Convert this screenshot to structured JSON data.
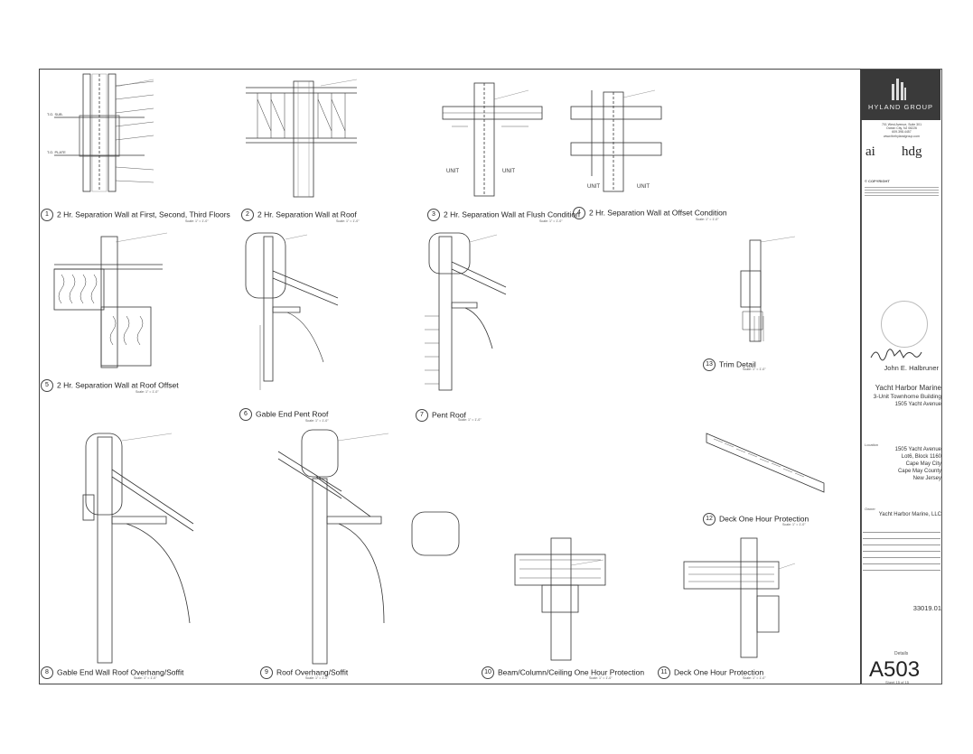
{
  "firm": {
    "name": "HYLAND GROUP",
    "address": "701 West Avenue, Suite 301\nOcean City, NJ 08226\n609.398.4457\nwww.thehylandgroup.com"
  },
  "consultants": {
    "left": "ai",
    "right": "hdg"
  },
  "copyright_title": "© COPYRIGHT",
  "signature_name": "John E. Halbruner",
  "project": {
    "client": "Yacht Harbor Marine",
    "type": "3-Unit Townhome Building",
    "street": "1505 Yacht Avenue"
  },
  "location": {
    "label": "Location",
    "street": "1505 Yacht Avenue",
    "lot": "Lot6, Block 1160",
    "city": "Cape May City",
    "county": "Cape May County",
    "state": "New Jersey"
  },
  "owner": {
    "label": "Owner",
    "name": "Yacht Harbor Marine, LLC"
  },
  "project_number": "33019.01",
  "sheet": {
    "title": "Details",
    "number": "A503",
    "sheet_of": "Sheet 15 of 15"
  },
  "details": [
    {
      "num": "1",
      "title": "2 Hr. Separation Wall at First, Second, Third Floors",
      "scale": "Scale: 1\" = 1'-0\""
    },
    {
      "num": "2",
      "title": "2 Hr. Separation Wall at Roof",
      "scale": "Scale: 1\" = 1'-0\""
    },
    {
      "num": "3",
      "title": "2 Hr. Separation Wall at Flush Condition",
      "scale": "Scale: 1\" = 1'-0\""
    },
    {
      "num": "4",
      "title": "2 Hr. Separation Wall at Offset Condition",
      "scale": "Scale: 1\" = 1'-0\""
    },
    {
      "num": "5",
      "title": "2 Hr. Separation Wall at Roof Offset",
      "scale": "Scale: 1\" = 1'-0\""
    },
    {
      "num": "6",
      "title": "Gable End Pent Roof",
      "scale": "Scale: 1\" = 1'-0\""
    },
    {
      "num": "7",
      "title": "Pent Roof",
      "scale": "Scale: 1\" = 1'-0\""
    },
    {
      "num": "8",
      "title": "Gable End Wall Roof Overhang/Soffit",
      "scale": "Scale: 1\" = 1'-0\""
    },
    {
      "num": "9",
      "title": "Roof Overhang/Soffit",
      "scale": "Scale: 1\" = 1'-0\""
    },
    {
      "num": "10",
      "title": "Beam/Column/Ceiling One Hour Protection",
      "scale": "Scale: 1\" = 1'-0\""
    },
    {
      "num": "11",
      "title": "Deck One Hour Protection",
      "scale": "Scale: 1\" = 1'-0\""
    },
    {
      "num": "12",
      "title": "Deck One Hour Protection",
      "scale": "Scale: 1\" = 1'-0\""
    },
    {
      "num": "13",
      "title": "Trim Detail",
      "scale": "Scale: 1\" = 1'-0\""
    }
  ],
  "drawing_labels": {
    "unit": "UNIT",
    "tof_sub": "T.O. SUB.",
    "tof_plate": "T.O. PLATE"
  }
}
